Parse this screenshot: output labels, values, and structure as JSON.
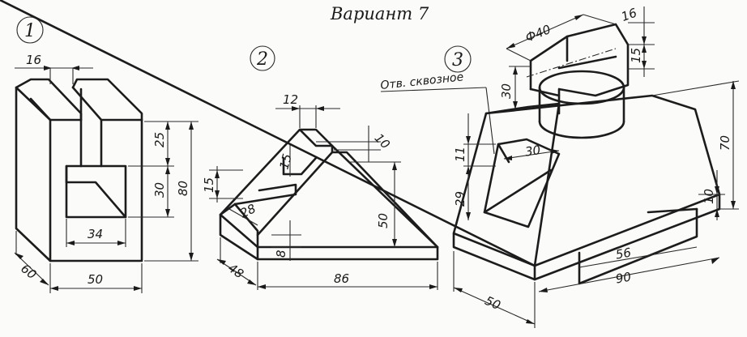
{
  "title": "Вариант 7",
  "figure1": {
    "number": "1",
    "dims": {
      "slot_width": "16",
      "upper": "25",
      "middle": "30",
      "height": "80",
      "inner_width": "34",
      "depth": "60",
      "width": "50"
    }
  },
  "figure2": {
    "number": "2",
    "dims": {
      "top_width": "12",
      "top_offset": "10",
      "slot_depth": "15",
      "side_height": "15",
      "pocket": "28",
      "height": "50",
      "base": "8",
      "depth": "48",
      "length": "86"
    }
  },
  "figure3": {
    "number": "3",
    "note": "Отв. сквозное",
    "dims": {
      "diameter": "Ф40",
      "cap_width": "16",
      "cap_height": "15",
      "boss_height": "30",
      "hole_height": "11",
      "hole_width": "30",
      "lower": "29",
      "height": "70",
      "slot_height": "10",
      "slot_length": "56",
      "length": "90",
      "depth": "50"
    }
  }
}
